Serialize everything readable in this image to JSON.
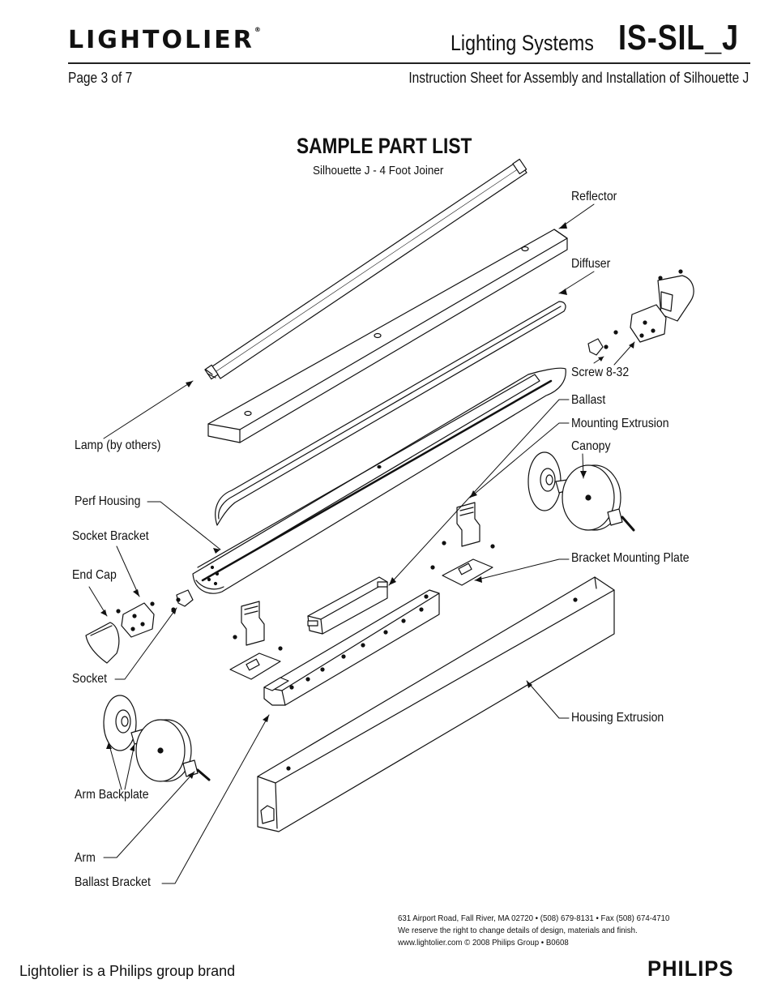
{
  "header": {
    "brand": "LIGHTOLIER",
    "series": "Lighting Systems",
    "code": "IS-SIL_J",
    "page": "Page 3 of 7",
    "subtitle": "Instruction Sheet for Assembly and Installation of Silhouette J"
  },
  "diagram": {
    "title": "SAMPLE PART LIST",
    "subtitle": "Silhouette J - 4 Foot Joiner",
    "labels": {
      "reflector": "Reflector",
      "diffuser": "Diffuser",
      "screw": "Screw 8-32",
      "ballast": "Ballast",
      "mounting_extrusion": "Mounting Extrusion",
      "canopy": "Canopy",
      "lamp": "Lamp (by others)",
      "perf_housing": "Perf Housing",
      "socket_bracket": "Socket Bracket",
      "end_cap": "End Cap",
      "bracket_mounting_plate": "Bracket Mounting Plate",
      "socket": "Socket",
      "housing_extrusion": "Housing Extrusion",
      "arm_backplate": "Arm Backplate",
      "arm": "Arm",
      "ballast_bracket": "Ballast Bracket"
    }
  },
  "footer": {
    "address": "631 Airport Road, Fall River, MA 02720 • (508) 679-8131 • Fax (508) 674-4710",
    "disclaimer": "We reserve the right to change details of design, materials and finish.",
    "web": "www.lightolier.com © 2008 Philips Group • B0608",
    "brand_line": "Lightolier is a Philips group brand",
    "parent_brand": "PHILIPS"
  }
}
